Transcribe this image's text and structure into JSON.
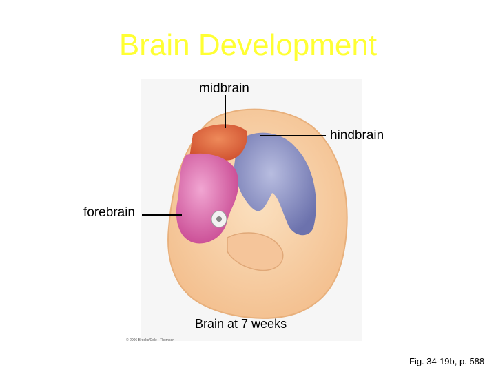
{
  "title": "Brain Development",
  "labels": {
    "midbrain": "midbrain",
    "hindbrain": "hindbrain",
    "forebrain": "forebrain"
  },
  "caption": "Brain at 7 weeks",
  "copyright": "© 2006 Brooks/Cole - Thomson",
  "figure_ref": "Fig. 34-19b, p. 588",
  "colors": {
    "title": "#ffff33",
    "midbrain": "#d9542e",
    "forebrain": "#d45aa0",
    "hindbrain": "#7a7fb8",
    "embryo_skin": "#f7cfa3"
  }
}
